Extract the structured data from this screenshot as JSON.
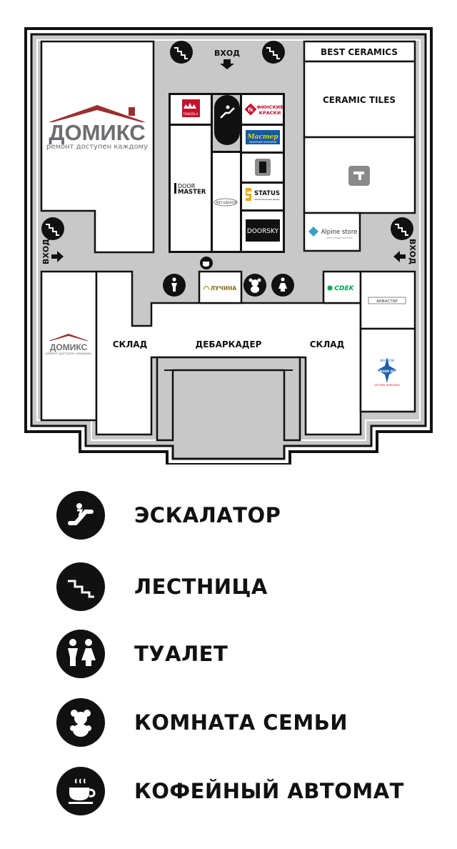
{
  "map": {
    "entrances": {
      "top": "ВХОД",
      "left": "ВХОД",
      "right": "ВХОД"
    },
    "stores": {
      "domiks_name": "ДОМИКС",
      "domiks_slogan": "ремонт доступен каждому",
      "domiks_small_name": "ДОМИКС",
      "domiks_small_slogan": "ремонт доступен каждому",
      "best_ceramics": "BEST CERAMICS",
      "ceramic_tiles": "CERAMIC TILES",
      "tikkurila": "TIKKURILA",
      "finskie_kraski_1": "ФИНСКИЕ",
      "finskie_kraski_2": "КРАСКИ",
      "master_paint": "Мастер",
      "master_paint_sub": "МАЛЯРНЫЕ ПОКРЫТИЯ",
      "door_master_1": "DOOR",
      "door_master_2": "MASTER",
      "megadekor": "МЕГАДЕКОР",
      "status": "STATUS",
      "status_sub": "Межкомнатные двери",
      "doorsky": "DOORSKY",
      "alpine_store": "Alpine store",
      "alpine_store_sub": "ЭЛЕГАНТНЫЕ КАРНИЗЫ",
      "luchina": "ЛУЧИНА",
      "cdek": "CDEK",
      "akvastar": "АКВАСТАР",
      "zhaluzi_top": "ЖАЛЮЗИ",
      "zhaluzi_mid": "СНЕЖНАЯ ДЕКОР",
      "zhaluzi_bottom": "ШТОРЫ КАРНИЗЫ"
    },
    "zones": {
      "sklad_left": "СКЛАД",
      "debarkader": "ДЕБАРКАДЕР",
      "sklad_right": "СКЛАД"
    }
  },
  "legend": [
    {
      "icon": "escalator-icon",
      "label": "ЭСКАЛАТОР"
    },
    {
      "icon": "stairs-icon",
      "label": "ЛЕСТНИЦА"
    },
    {
      "icon": "toilet-icon",
      "label": "ТУАЛЕТ"
    },
    {
      "icon": "family-room-icon",
      "label": "КОМНАТА СЕМЬИ"
    },
    {
      "icon": "coffee-machine-icon",
      "label": "КОФЕЙНЫЙ АВТОМАТ"
    }
  ],
  "colors": {
    "domiks_red": "#9b2f2f",
    "domiks_gray": "#6d6e71",
    "corridor": "#c8c8c8",
    "wall": "#111111"
  }
}
